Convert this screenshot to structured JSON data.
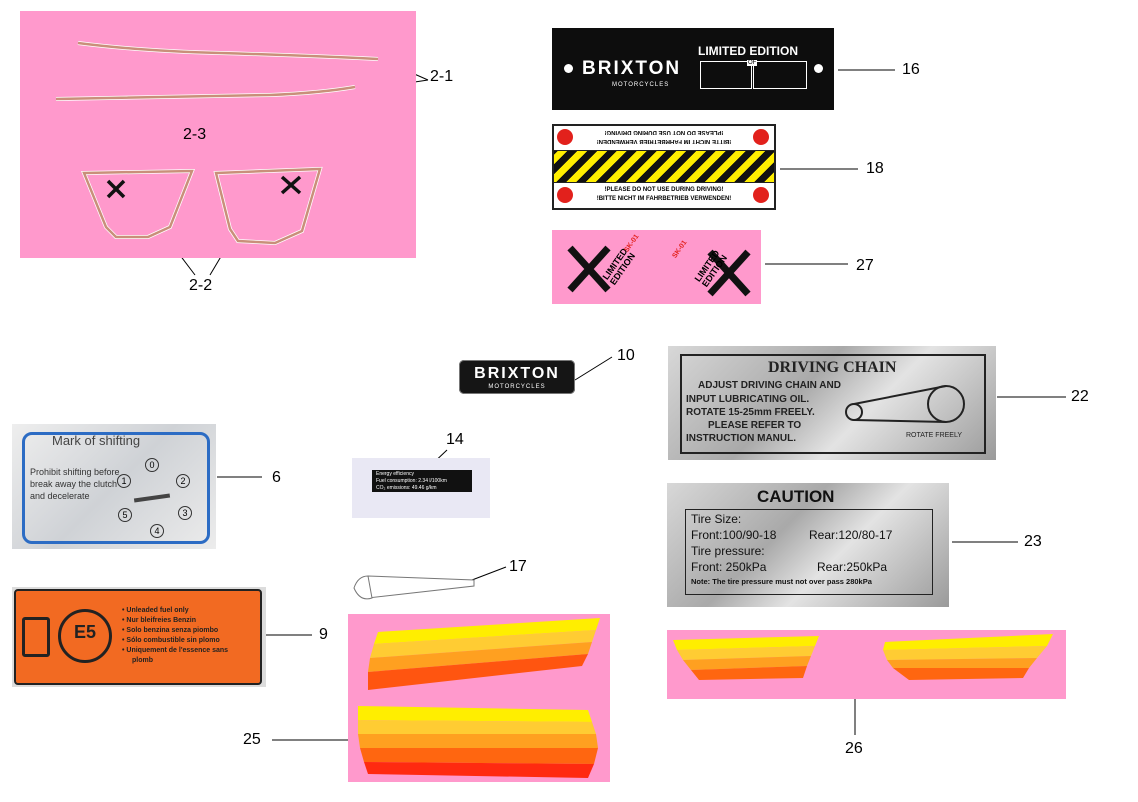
{
  "callouts": {
    "c2_1": "2-1",
    "c2_2": "2-2",
    "c2_3": "2-3",
    "c6": "6",
    "c9": "9",
    "c10": "10",
    "c14": "14",
    "c16": "16",
    "c17": "17",
    "c18": "18",
    "c22": "22",
    "c23": "23",
    "c25": "25",
    "c26": "26",
    "c27": "27"
  },
  "plate16": {
    "brand": "BRIXTON",
    "sub": "MOTORCYCLES",
    "title": "LIMITED EDITION",
    "of": "OF"
  },
  "sticker18": {
    "top1": "!PLEASE DO NOT USE DURING DRIVING!",
    "top2": "!BITTE NICHT IM FAHRBETRIEB VERWENDEN!",
    "bot1": "!PLEASE DO NOT USE DURING DRIVING!",
    "bot2": "!BITTE NICHT IM FAHRBETRIEB VERWENDEN!"
  },
  "sticker27": {
    "text": "LIMITED EDITION",
    "tag": "SK-01"
  },
  "emblem10": {
    "brand": "BRIXTON",
    "sub": "MOTORCYCLES"
  },
  "label14": {
    "l1": "Energy efficiency",
    "l2": "Fuel consumption:  2.34 l/100km",
    "l3": "CO₂ emissions:   49.46 g/km"
  },
  "label6": {
    "title": "Mark of shifting",
    "body1": "Prohibit shifting before",
    "body2": "break away the clutch",
    "body3": "and decelerate",
    "gears": [
      "0",
      "1",
      "2",
      "3",
      "4",
      "5"
    ]
  },
  "label9": {
    "badge": "E5",
    "lines": [
      "• Unleaded fuel only",
      "• Nur bleifreies Benzin",
      "• Solo benzina senza piombo",
      "• Sólo combustible sin plomo",
      "• Uniquement de l'essence sans",
      "  plomb"
    ]
  },
  "label22": {
    "title": "DRIVING CHAIN",
    "l1": "ADJUST DRIVING CHAIN AND",
    "l2": "INPUT LUBRICATING OIL.",
    "l3": "ROTATE 15-25mm FREELY.",
    "l4": "PLEASE REFER TO",
    "l5": "INSTRUCTION MANUL.",
    "rotate": "ROTATE FREELY"
  },
  "label23": {
    "title": "CAUTION",
    "l1": "Tire Size:",
    "l2a": "Front:100/90-18",
    "l2b": "Rear:120/80-17",
    "l3": "Tire pressure:",
    "l4a": "Front: 250kPa",
    "l4b": "Rear:250kPa",
    "note": "Note: The tire pressure must not over pass 280kPa"
  },
  "colors": {
    "pink": "#ff99cc",
    "orange": "#f26a22",
    "yellow": "#ffff33"
  }
}
